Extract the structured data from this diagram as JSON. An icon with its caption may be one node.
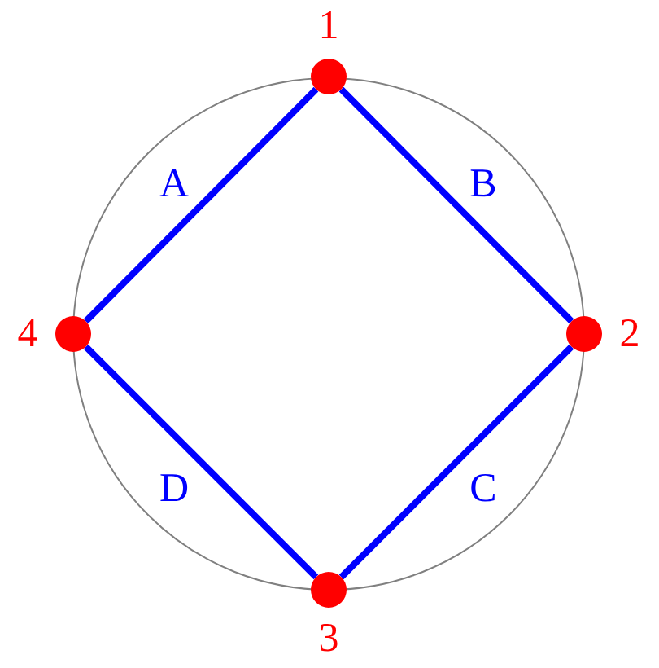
{
  "diagram": {
    "nodes": [
      {
        "text": [],
        "shape": "circle",
        "beside": [
          "1"
        ]
      },
      {
        "text": [],
        "shape": "circle",
        "beside": [
          "4"
        ]
      },
      {
        "text": [],
        "shape": "circle",
        "beside": [
          "2"
        ]
      },
      {
        "text": [],
        "shape": "circle",
        "beside": [
          "3"
        ]
      }
    ],
    "edges": [
      {
        "from": 0,
        "to": 1,
        "arrow": "none",
        "label": "A"
      },
      {
        "from": 0,
        "to": 2,
        "arrow": "none",
        "label": "B"
      },
      {
        "from": 2,
        "to": 3,
        "arrow": "none",
        "label": "C"
      },
      {
        "from": 1,
        "to": 3,
        "arrow": "none",
        "label": "D"
      }
    ]
  }
}
